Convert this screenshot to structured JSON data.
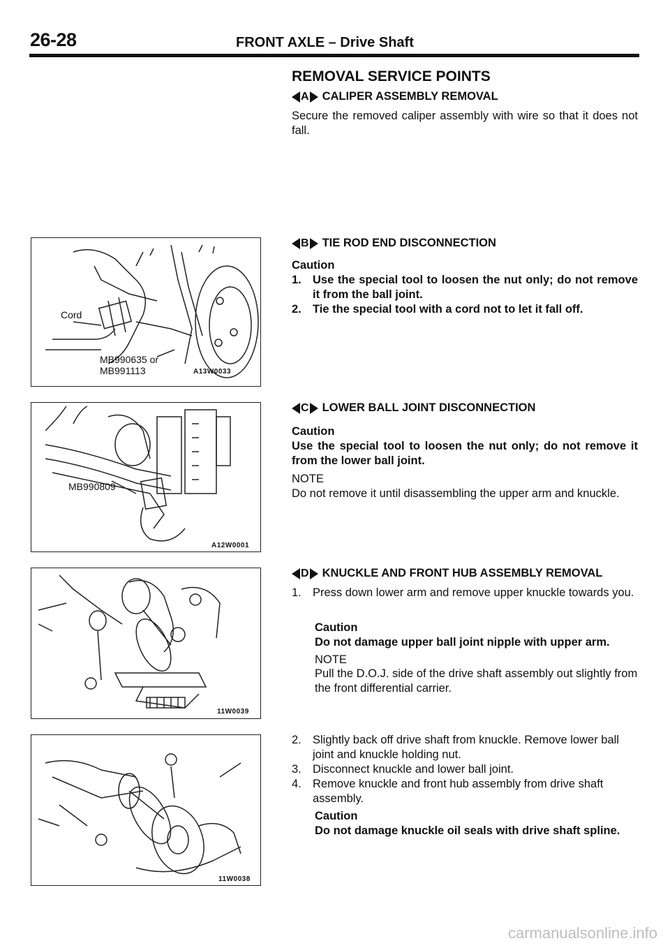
{
  "header": {
    "page_number": "26-28",
    "title": "FRONT AXLE – Drive Shaft"
  },
  "section_title": "REMOVAL SERVICE POINTS",
  "steps": {
    "a": {
      "letter": "A",
      "title": "CALIPER ASSEMBLY REMOVAL",
      "text": "Secure the removed caliper assembly with wire so that it does not fall."
    },
    "b": {
      "letter": "B",
      "title": "TIE ROD END DISCONNECTION",
      "caution": "Caution",
      "items": [
        {
          "num": "1.",
          "text": "Use the special tool to loosen the nut only; do not remove it from the ball joint."
        },
        {
          "num": "2.",
          "text": "Tie the special tool with a cord not to let it fall off."
        }
      ]
    },
    "c": {
      "letter": "C",
      "title": "LOWER BALL JOINT DISCONNECTION",
      "caution": "Caution",
      "caution_text": "Use the special tool to loosen the nut only; do not remove it from the lower ball joint.",
      "note": "NOTE",
      "note_text": "Do not remove it until disassembling the upper arm and knuckle."
    },
    "d": {
      "letter": "D",
      "title": "KNUCKLE AND FRONT HUB ASSEMBLY REMOVAL",
      "item1_num": "1.",
      "item1_text": "Press down lower arm and remove upper knuckle towards you.",
      "caution": "Caution",
      "caution_text": "Do not damage upper ball joint nipple with upper arm.",
      "note": "NOTE",
      "note_text": "Pull the D.O.J. side of the drive shaft assembly out slightly from the front differential carrier.",
      "items": [
        {
          "num": "2.",
          "text": "Slightly back off drive shaft from knuckle.  Remove lower ball joint and knuckle holding nut."
        },
        {
          "num": "3.",
          "text": "Disconnect knuckle and lower ball joint."
        },
        {
          "num": "4.",
          "text": "Remove knuckle and front hub assembly from drive shaft assembly."
        }
      ],
      "caution2": "Caution",
      "caution2_text": "Do not damage knuckle oil seals with drive shaft spline."
    }
  },
  "figures": {
    "fig1": {
      "label_cord": "Cord",
      "label_tool_1": "MB990635 or",
      "label_tool_2": "MB991113",
      "code": "A13W0033"
    },
    "fig2": {
      "label_tool": "MB990809",
      "code": "A12W0001"
    },
    "fig3": {
      "code": "11W0039"
    },
    "fig4": {
      "code": "11W0038"
    }
  },
  "watermark": "carmanualsonline.info"
}
